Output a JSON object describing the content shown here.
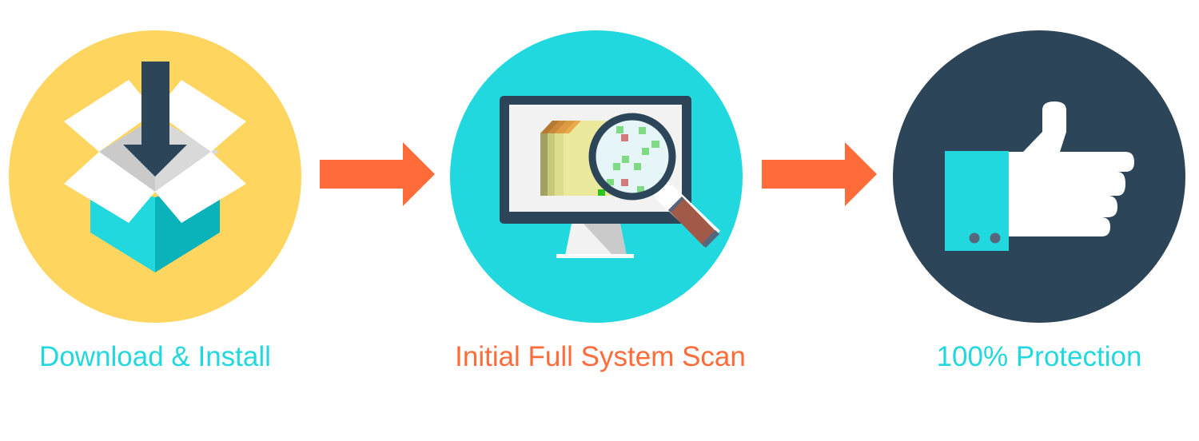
{
  "colors": {
    "yellow": "#FED55F",
    "cyan": "#22D8DF",
    "cyan_dark": "#0AB2BA",
    "navy": "#2D4558",
    "orange": "#FF6C3A",
    "white": "#FFFFFF",
    "gray_light": "#D9D9D9",
    "gray_mid": "#CACACA",
    "screen_bg": "#F2F2F2",
    "handle_brown": "#A05A47",
    "button_gray": "#56677D"
  },
  "steps": [
    {
      "label": "Download & Install",
      "icon": "open-box-download-icon",
      "circle_color": "#FED55F",
      "label_color": "#22D8DF"
    },
    {
      "label": "Initial Full System Scan",
      "icon": "monitor-magnifier-scan-icon",
      "circle_color": "#22D8DF",
      "label_color": "#FF6C3A"
    },
    {
      "label": "100% Protection",
      "icon": "thumbs-up-icon",
      "circle_color": "#2D4558",
      "label_color": "#22D8DF"
    }
  ],
  "connectors": [
    {
      "icon": "arrow-right-icon",
      "color": "#FF6C3A"
    },
    {
      "icon": "arrow-right-icon",
      "color": "#FF6C3A"
    }
  ]
}
